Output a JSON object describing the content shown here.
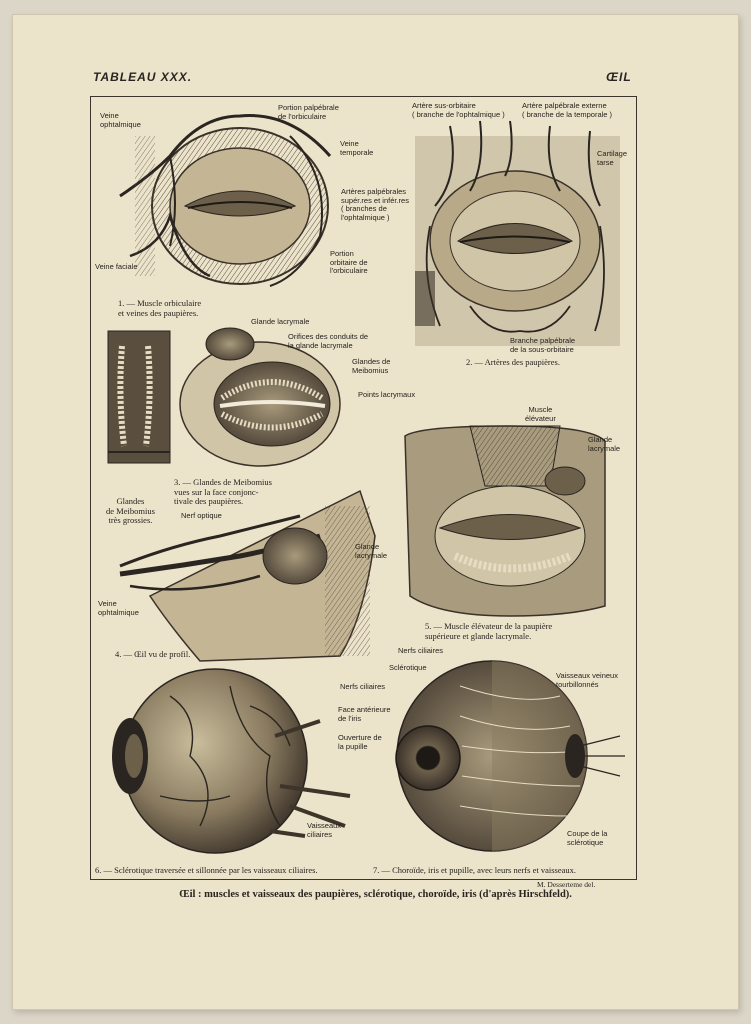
{
  "header": {
    "left": "TABLEAU XXX.",
    "right": "ŒIL"
  },
  "figures": {
    "fig1": {
      "caption": "1. — Muscle orbiculaire\net veines des paupières.",
      "labels": {
        "veine_ophtalmique": "Veine\nophtalmique",
        "portion_palpebrale": "Portion palpébrale\nde l'orbiculaire",
        "veine_temporale": "Veine\ntemporale",
        "veine_faciale": "Veine faciale",
        "portion_orbitaire": "Portion\norbitaire de\nl'orbiculaire"
      }
    },
    "fig2": {
      "caption": "2. — Artères des paupières.",
      "labels": {
        "artere_sus_orbitaire": "Artère sus-orbitaire\n( branche de l'ophtalmique )",
        "artere_palpebrale_externe": "Artère palpébrale externe\n( branche de la temporale )",
        "cartilage_tarse": "Cartilage\ntarse",
        "arteres_palpebrales": "Artères palpébrales\nsupér.res et infér.res\n( branches de\nl'ophtalmique )",
        "branche_palpebrale": "Branche palpébrale\nde la sous-orbitaire"
      }
    },
    "fig3": {
      "caption": "3. — Glandes de Meibomius\nvues sur la face conjonc-\ntivale des paupières.",
      "labels": {
        "glande_lacrymale": "Glande lacrymale",
        "orifices": "Orifices des conduits de\nla glande lacrymale",
        "glandes_meibomius": "Glandes de\nMeibomius",
        "points_lacrymaux": "Points lacrymaux",
        "glandes_grossies": "Glandes\nde Meibomius\ntrès grossies."
      }
    },
    "fig4": {
      "caption": "4. — Œil vu de profil.",
      "labels": {
        "nerf_optique": "Nerf optique",
        "glande_lacrymale": "Glande\nlacrymale",
        "veine_ophtalmique": "Veine\nophtalmique"
      }
    },
    "fig5": {
      "caption": "5. — Muscle élévateur de la paupière\nsupérieure et glande lacrymale.",
      "labels": {
        "muscle_elevateur": "Muscle\nélévateur",
        "glande_lacrymale": "Glande\nlacrymale"
      }
    },
    "fig6": {
      "caption": "6. — Sclérotique traversée et sillonnée par les vaisseaux ciliaires.",
      "labels": {
        "vaisseaux_ciliaires": "Vaisseaux\nciliaires"
      }
    },
    "fig7": {
      "caption": "7. — Choroïde, iris et pupille, avec leurs nerfs et vaisseaux.",
      "labels": {
        "nerfs_ciliaires_top": "Nerfs ciliaires",
        "sclerotique": "Sclérotique",
        "nerfs_ciliaires": "Nerfs ciliaires",
        "face_anterieure": "Face antérieure\nde l'iris",
        "ouverture_pupille": "Ouverture de\nla pupille",
        "vaisseaux_veineux": "Vaisseaux veineux\ntourbillonnés",
        "coupe_sclerotique": "Coupe de la\nsclérotique"
      }
    }
  },
  "credit": "M. Desserteme  del.",
  "bottom_title": "Œil : muscles et vaisseaux des paupières, sclérotique, choroïde, iris (d'après Hirschfeld).",
  "colors": {
    "paper": "#ece3cb",
    "ink": "#2a2520",
    "background": "#dcd6c8"
  }
}
